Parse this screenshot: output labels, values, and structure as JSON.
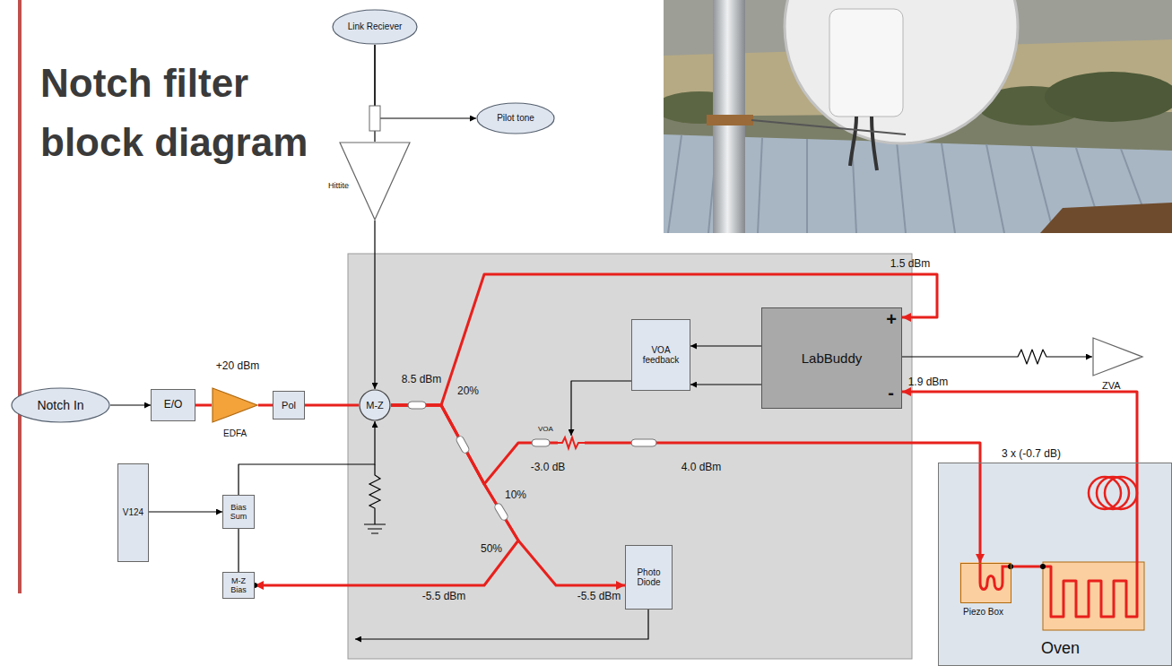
{
  "diagram": {
    "title": "Notch filter block diagram",
    "nodes": [
      {
        "text": [
          "Link Reciever"
        ]
      },
      {
        "text": [
          "Pilot tone"
        ]
      },
      {
        "text": [
          "Hittite"
        ]
      },
      {
        "text": [
          "VOA feedback"
        ]
      },
      {
        "text": [
          "LabBuddy",
          "+",
          "-"
        ]
      },
      {
        "text": [
          "ZVA"
        ]
      },
      {
        "text": [
          "Notch In"
        ]
      },
      {
        "text": [
          "E/O"
        ]
      },
      {
        "text": [
          "EDFA"
        ]
      },
      {
        "text": [
          "Pol"
        ]
      },
      {
        "text": [
          "M-Z"
        ]
      },
      {
        "text": [
          "VOA"
        ]
      },
      {
        "text": [
          "Oven"
        ]
      },
      {
        "text": [
          "Piezo Box"
        ],
        "in": 12
      },
      {
        "text": [
          "V124"
        ]
      },
      {
        "text": [
          "Bias Sum"
        ]
      },
      {
        "text": [
          "M-Z Bias"
        ]
      },
      {
        "text": [
          "Photo Diode"
        ]
      }
    ],
    "edges": [
      {
        "from": 0,
        "to": 2,
        "arrow": "none"
      },
      {
        "from": 0,
        "to": 1,
        "arrow": "to"
      },
      {
        "from": 2,
        "to": 10,
        "arrow": "to"
      },
      {
        "from": 6,
        "to": 7,
        "arrow": "to"
      },
      {
        "from": 7,
        "to": 8,
        "arrow": "none"
      },
      {
        "from": 8,
        "to": 9,
        "arrow": "none"
      },
      {
        "from": 9,
        "to": 10,
        "arrow": "none"
      },
      {
        "from": 10,
        "to": 4,
        "arrow": "to"
      },
      {
        "from": 10,
        "to": 11,
        "arrow": "none"
      },
      {
        "from": 11,
        "to": 13,
        "arrow": "to"
      },
      {
        "from": 13,
        "to": 4,
        "arrow": "to"
      },
      {
        "from": 10,
        "to": 16,
        "arrow": "to"
      },
      {
        "from": 10,
        "to": 17,
        "arrow": "to"
      },
      {
        "from": 4,
        "to": 3,
        "arrow": "to"
      },
      {
        "from": 4,
        "to": 3,
        "arrow": "to"
      },
      {
        "from": 3,
        "to": 11,
        "arrow": "to"
      },
      {
        "from": 4,
        "to": 5,
        "arrow": "to"
      },
      {
        "from": 14,
        "to": 15,
        "arrow": "to"
      },
      {
        "from": 15,
        "to": 10,
        "arrow": "to"
      },
      {
        "from": 16,
        "to": 15,
        "arrow": "none"
      }
    ],
    "labels": [
      "+20 dBm",
      "8.5 dBm",
      "20%",
      "10%",
      "50%",
      "-5.5 dBm",
      "-5.5 dBm",
      "1.5 dBm",
      "1.9 dBm",
      "-3.0 dB",
      "4.0 dBm",
      "3 x (-0.7 dB)"
    ]
  }
}
